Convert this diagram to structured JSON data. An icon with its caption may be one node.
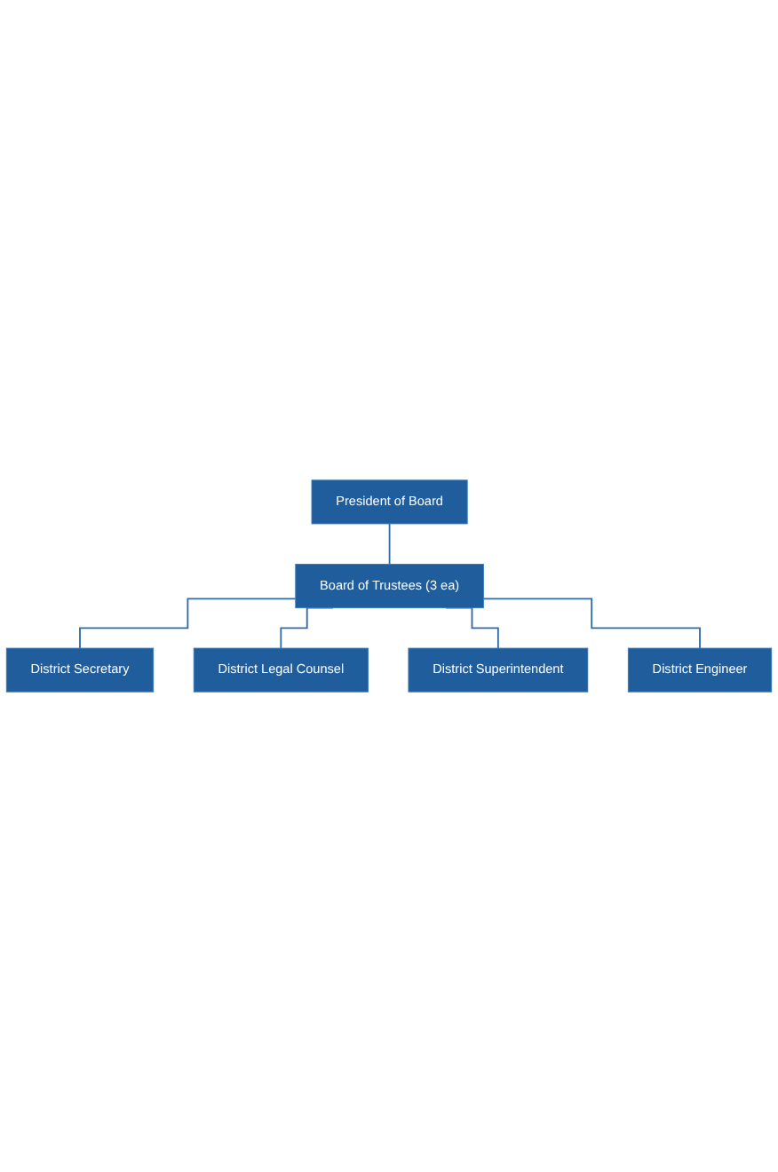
{
  "diagram": {
    "nodes": [
      {
        "text": [
          "President of Board"
        ]
      },
      {
        "text": [
          "Board of Trustees (3 ea)"
        ]
      },
      {
        "text": [
          "District Secretary"
        ]
      },
      {
        "text": [
          "District Legal Counsel"
        ]
      },
      {
        "text": [
          "District Superintendent"
        ]
      },
      {
        "text": [
          "District Engineer"
        ]
      }
    ],
    "edges": [
      {
        "from": 0,
        "to": 1,
        "arrow": "none"
      },
      {
        "from": 1,
        "to": 2,
        "arrow": "none"
      },
      {
        "from": 1,
        "to": 3,
        "arrow": "none"
      },
      {
        "from": 1,
        "to": 4,
        "arrow": "none"
      },
      {
        "from": 1,
        "to": 5,
        "arrow": "none"
      }
    ]
  }
}
